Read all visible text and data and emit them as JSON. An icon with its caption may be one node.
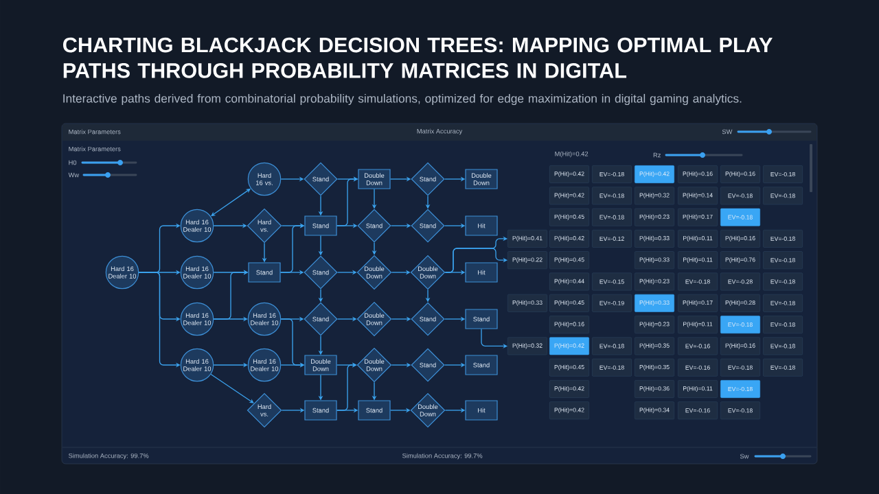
{
  "diagram": {
    "title": "CHARTING BLACKJACK DECISION TREES: MAPPING OPTIMAL PLAY PATHS THROUGH PROBABILITY MATRICES IN DIGITAL",
    "caption": "Interactive paths derived from combinatorial probability simulations, optimized for edge maximization in digital gaming analytics.",
    "nodes": [
      {
        "text": [
          "Hard 16 Dealer 10"
        ]
      },
      {
        "text": [
          "Hard 16 Dealer 10"
        ]
      },
      {
        "text": [
          "Hard 16 Dealer 10"
        ]
      },
      {
        "text": [
          "Hard 16 Dealer 10"
        ]
      },
      {
        "text": [
          "Hard 16 Dealer 10"
        ]
      },
      {
        "text": [
          "Hard 16 vs."
        ]
      },
      {
        "text": [
          "Hard vs."
        ]
      },
      {
        "text": [
          "Stand"
        ]
      },
      {
        "text": [
          "Hard 16 Dealer 10"
        ]
      },
      {
        "text": [
          "Hard 16 Dealer 10"
        ]
      },
      {
        "text": [
          "Hard vs."
        ]
      },
      {
        "text": [
          "Stand"
        ]
      },
      {
        "text": [
          "Stand"
        ]
      },
      {
        "text": [
          "Stand"
        ]
      },
      {
        "text": [
          "Stand"
        ]
      },
      {
        "text": [
          "Double Down"
        ]
      },
      {
        "text": [
          "Stand"
        ]
      },
      {
        "text": [
          "Double Down"
        ]
      },
      {
        "text": [
          "Stand"
        ]
      },
      {
        "text": [
          "Double Down"
        ]
      },
      {
        "text": [
          "Double Down"
        ]
      },
      {
        "text": [
          "Double Down"
        ]
      },
      {
        "text": [
          "Stand"
        ]
      },
      {
        "text": [
          "Stand"
        ]
      },
      {
        "text": [
          "Stand"
        ]
      },
      {
        "text": [
          "Double Down"
        ]
      },
      {
        "text": [
          "Stand"
        ]
      },
      {
        "text": [
          "Stand"
        ]
      },
      {
        "text": [
          "Double Down"
        ]
      },
      {
        "text": [
          "Double Down"
        ]
      },
      {
        "text": [
          "Hit"
        ]
      },
      {
        "text": [
          "Hit"
        ]
      },
      {
        "text": [
          "Stand"
        ]
      },
      {
        "text": [
          "Stand"
        ]
      },
      {
        "text": [
          "Hit"
        ]
      },
      {
        "text": [
          "P(Hit)=0.41"
        ]
      },
      {
        "text": [
          "P(Hit)=0.22"
        ]
      },
      {
        "text": [
          "P(Hit)=0.33"
        ]
      },
      {
        "text": [
          "P(Hit)=0.32"
        ]
      }
    ],
    "edges": [
      {
        "from": 0,
        "to": 1,
        "arrow": "to"
      },
      {
        "from": 0,
        "to": 2,
        "arrow": "to"
      },
      {
        "from": 0,
        "to": 3,
        "arrow": "to"
      },
      {
        "from": 0,
        "to": 4,
        "arrow": "to"
      },
      {
        "from": 1,
        "to": 5,
        "arrow": "both"
      },
      {
        "from": 1,
        "to": 6,
        "arrow": "to"
      },
      {
        "from": 2,
        "to": 7,
        "arrow": "to"
      },
      {
        "from": 6,
        "to": 7,
        "arrow": "to"
      },
      {
        "from": 3,
        "to": 8,
        "arrow": "to"
      },
      {
        "from": 3,
        "to": 7,
        "arrow": "to"
      },
      {
        "from": 4,
        "to": 9,
        "arrow": "to"
      },
      {
        "from": 4,
        "to": 10,
        "arrow": "to"
      },
      {
        "from": 5,
        "to": 11,
        "arrow": "to"
      },
      {
        "from": 6,
        "to": 12,
        "arrow": "to"
      },
      {
        "from": 7,
        "to": 13,
        "arrow": "to"
      },
      {
        "from": 7,
        "to": 12,
        "arrow": "to"
      },
      {
        "from": 8,
        "to": 14,
        "arrow": "to"
      },
      {
        "from": 8,
        "to": 15,
        "arrow": "to"
      },
      {
        "from": 9,
        "to": 15,
        "arrow": "to"
      },
      {
        "from": 10,
        "to": 16,
        "arrow": "to"
      },
      {
        "from": 11,
        "to": 12,
        "arrow": "to"
      },
      {
        "from": 12,
        "to": 13,
        "arrow": "to"
      },
      {
        "from": 13,
        "to": 14,
        "arrow": "to"
      },
      {
        "from": 14,
        "to": 15,
        "arrow": "to"
      },
      {
        "from": 15,
        "to": 16,
        "arrow": "to"
      },
      {
        "from": 11,
        "to": 17,
        "arrow": "to"
      },
      {
        "from": 12,
        "to": 18,
        "arrow": "to"
      },
      {
        "from": 13,
        "to": 19,
        "arrow": "to"
      },
      {
        "from": 14,
        "to": 20,
        "arrow": "to"
      },
      {
        "from": 15,
        "to": 21,
        "arrow": "to"
      },
      {
        "from": 16,
        "to": 22,
        "arrow": "to"
      },
      {
        "from": 12,
        "to": 17,
        "arrow": "to"
      },
      {
        "from": 16,
        "to": 21,
        "arrow": "to"
      },
      {
        "from": 17,
        "to": 18,
        "arrow": "to"
      },
      {
        "from": 18,
        "to": 19,
        "arrow": "to"
      },
      {
        "from": 21,
        "to": 22,
        "arrow": "to"
      },
      {
        "from": 17,
        "to": 23,
        "arrow": "to"
      },
      {
        "from": 18,
        "to": 24,
        "arrow": "to"
      },
      {
        "from": 19,
        "to": 25,
        "arrow": "to"
      },
      {
        "from": 20,
        "to": 26,
        "arrow": "to"
      },
      {
        "from": 21,
        "to": 27,
        "arrow": "to"
      },
      {
        "from": 22,
        "to": 28,
        "arrow": "to"
      },
      {
        "from": 23,
        "to": 24,
        "arrow": "to"
      },
      {
        "from": 25,
        "to": 26,
        "arrow": "to"
      },
      {
        "from": 23,
        "to": 29,
        "arrow": "to"
      },
      {
        "from": 24,
        "to": 30,
        "arrow": "to"
      },
      {
        "from": 25,
        "to": 31,
        "arrow": "to"
      },
      {
        "from": 26,
        "to": 32,
        "arrow": "to"
      },
      {
        "from": 27,
        "to": 33,
        "arrow": "to"
      },
      {
        "from": 28,
        "to": 34,
        "arrow": "to"
      },
      {
        "from": 25,
        "to": 35,
        "arrow": "to"
      },
      {
        "from": 25,
        "to": 36,
        "arrow": "to"
      },
      {
        "from": 32,
        "to": 38,
        "arrow": "to"
      }
    ],
    "labels": [
      "Matrix Parameters",
      "Matrix Accuracy",
      "SW",
      "Matrix Parameters",
      "H0",
      "Ww",
      "M(Hit)=0.42",
      "Rz",
      "P(Hit)=0.42",
      "EV=-0.18",
      "P(Hit)=0.42",
      "P(Hit)=0.16",
      "P(Hit)=0.16",
      "EV=-0.18",
      "P(Hit)=0.42",
      "EV=-0.18",
      "P(Hit)=0.32",
      "P(Hit)=0.14",
      "EV=-0.18",
      "EV=-0.18",
      "P(Hit)=0.45",
      "EV=-0.18",
      "P(Hit)=0.23",
      "P(Hit)=0.17",
      "EV=-0.18",
      "P(Hit)=0.42",
      "EV=-0.12",
      "P(Hit)=0.33",
      "P(Hit)=0.11",
      "P(Hit)=0.16",
      "EV=-0.18",
      "P(Hit)=0.45",
      "P(Hit)=0.33",
      "P(Hit)=0.11",
      "P(Hit)=0.76",
      "EV=-0.18",
      "P(Hit)=0.44",
      "EV=-0.15",
      "P(Hit)=0.23",
      "EV=-0.18",
      "EV=-0.28",
      "EV=-0.18",
      "P(Hit)=0.45",
      "EV=-0.19",
      "P(Hit)=0.33",
      "P(Hit)=0.17",
      "P(Hit)=0.28",
      "EV=-0.18",
      "P(Hit)=0.16",
      "P(Hit)=0.23",
      "P(Hit)=0.11",
      "EV=-0.18",
      "EV=-0.18",
      "P(Hit)=0.42",
      "EV=-0.18",
      "P(Hit)=0.35",
      "EV=-0.16",
      "P(Hit)=0.16",
      "EV=-0.18",
      "P(Hit)=0.45",
      "EV=-0.18",
      "P(Hit)=0.35",
      "EV=-0.16",
      "EV=-0.18",
      "EV=-0.18",
      "P(Hit)=0.42",
      "P(Hit)=0.36",
      "P(Hit)=0.11",
      "EV=-0.18",
      "P(Hit)=0.42",
      "P(Hit)=0.34",
      "EV=-0.16",
      "EV=-0.18",
      "Simulation Accuracy: 99.7%",
      "Simulation Accuracy: 99.7%",
      "Sw"
    ]
  }
}
